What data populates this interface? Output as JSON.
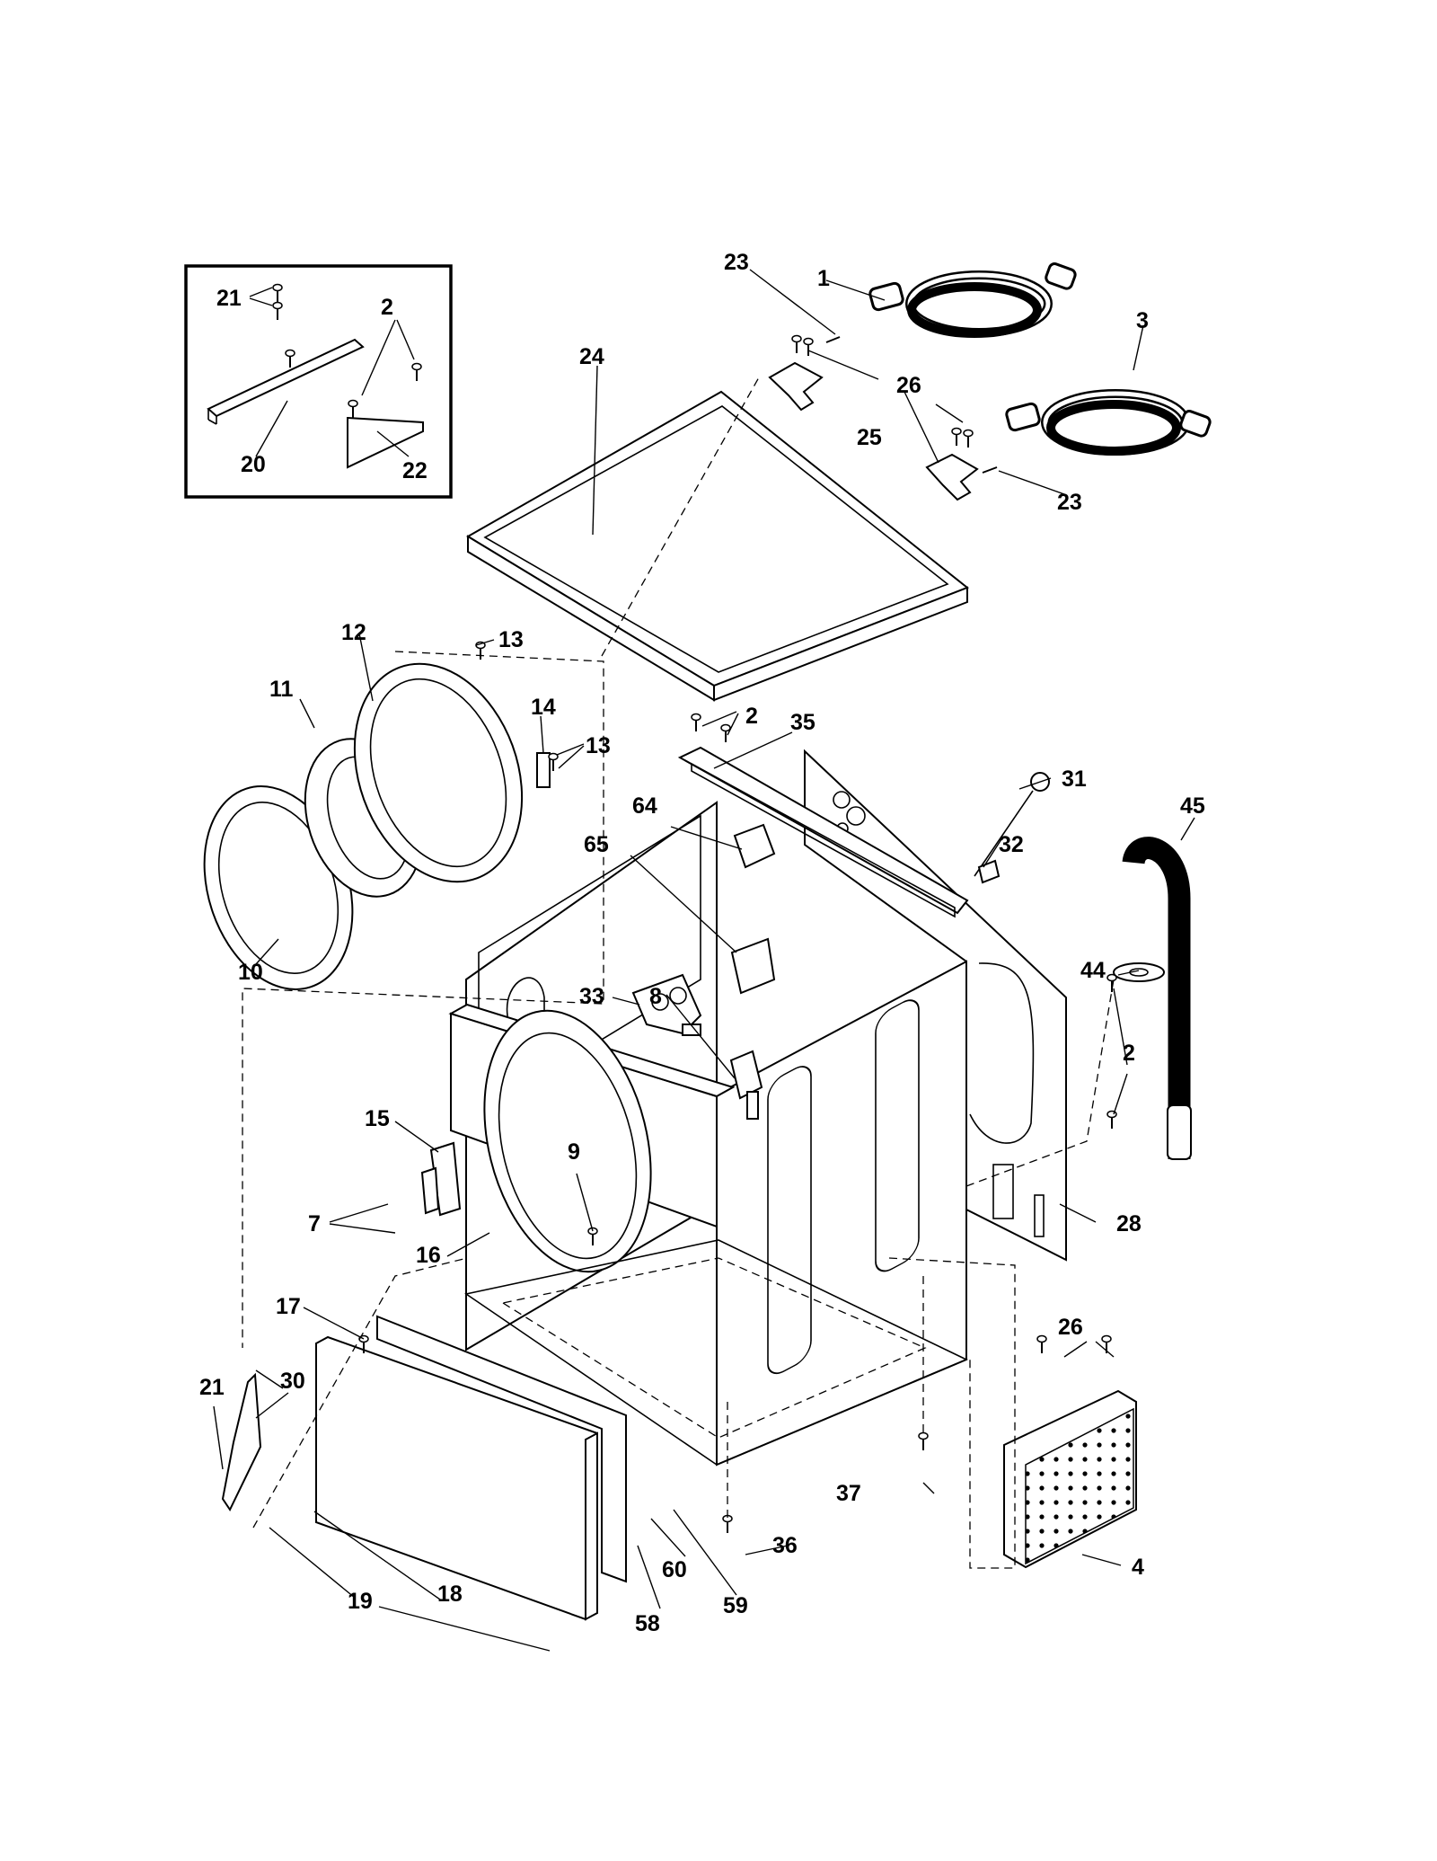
{
  "diagram": {
    "part_numbers": {
      "p1": "1",
      "p2": "2",
      "p3": "3",
      "p4": "4",
      "p7": "7",
      "p8": "8",
      "p9": "9",
      "p10": "10",
      "p11": "11",
      "p12": "12",
      "p13": "13",
      "p14": "14",
      "p15": "15",
      "p16": "16",
      "p17": "17",
      "p18": "18",
      "p19": "19",
      "p20": "20",
      "p21": "21",
      "p22": "22",
      "p23": "23",
      "p24": "24",
      "p25": "25",
      "p26": "26",
      "p28": "28",
      "p30": "30",
      "p31": "31",
      "p32": "32",
      "p33": "33",
      "p35": "35",
      "p36": "36",
      "p37": "37",
      "p44": "44",
      "p45": "45",
      "p58": "58",
      "p59": "59",
      "p60": "60",
      "p64": "64",
      "p65": "65"
    }
  }
}
